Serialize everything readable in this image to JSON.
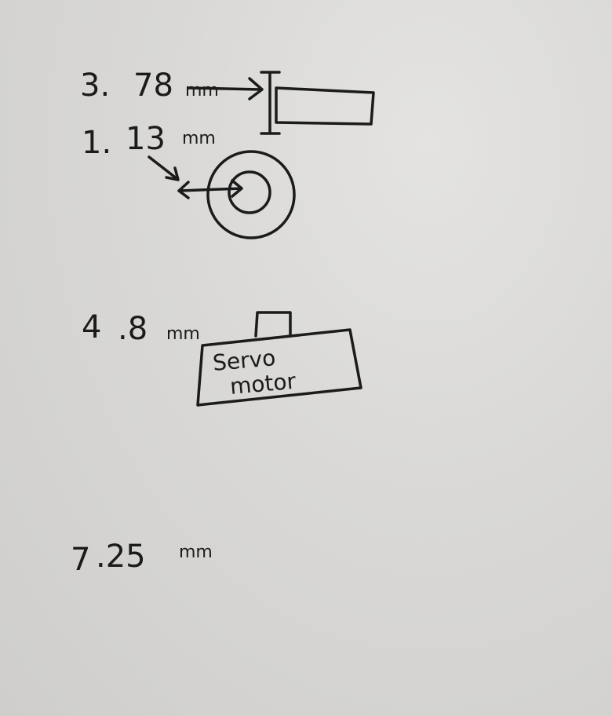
{
  "sketch": {
    "dim1": {
      "value": "3.",
      "value2": "78",
      "unit": "mm"
    },
    "dim2": {
      "value": "1.",
      "value2": "13",
      "unit": "mm"
    },
    "dim3": {
      "value": "4",
      "value2": ".8",
      "unit": "mm"
    },
    "servo": {
      "line1": "Servo",
      "line2": "motor"
    },
    "dim4": {
      "value": "7",
      "value2": ".25",
      "unit": "mm"
    }
  }
}
